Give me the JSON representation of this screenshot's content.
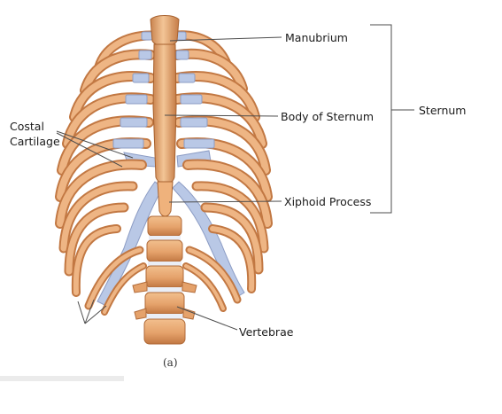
{
  "labels": {
    "manubrium": "Manubrium",
    "body_of_sternum": "Body of Sternum",
    "xiphoid_process": "Xiphoid Process",
    "sternum": "Sternum",
    "vertebrae": "Vertebrae",
    "costal_line1": "Costal",
    "costal_line2": "Cartilage",
    "panel": "(a)"
  },
  "colors": {
    "bone": "#e8a873",
    "bone_shadow": "#b86e3e",
    "cartilage": "#b9c8e6",
    "cartilage_edge": "#8c9cc4",
    "leader": "#4d4d4d"
  }
}
